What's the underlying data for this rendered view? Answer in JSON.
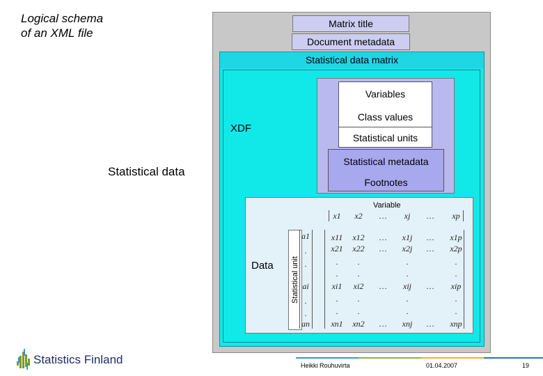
{
  "page": {
    "title_line1": "Logical schema",
    "title_line2": "of an XML file",
    "side_label": "Statistical data"
  },
  "schema": {
    "matrix_title": "Matrix title",
    "document_metadata": "Document metadata",
    "statistical_data_matrix": "Statistical data matrix",
    "xdf": "XDF",
    "variables": "Variables",
    "class_values": "Class values",
    "statistical_units": "Statistical units",
    "statistical_metadata": "Statistical metadata",
    "footnotes": "Footnotes",
    "data": "Data",
    "statistical_unit_axis": "Statistical unit",
    "variable_header": "Variable"
  },
  "matrix": {
    "header": [
      "x1",
      "x2",
      "…",
      "xj",
      "…",
      "xp"
    ],
    "row_labels": [
      "a1",
      ".",
      ".",
      "ai",
      ".",
      ".",
      "an"
    ],
    "rows": [
      [
        "x11",
        "x12",
        "…",
        "x1j",
        "…",
        "x1p"
      ],
      [
        "x21",
        "x22",
        "…",
        "x2j",
        "…",
        "x2p"
      ],
      [
        ".",
        ".",
        "",
        ".",
        "",
        "."
      ],
      [
        ".",
        ".",
        "",
        ".",
        "",
        "."
      ],
      [
        "xi1",
        "xi2",
        "…",
        "xij",
        "…",
        "xip"
      ],
      [
        ".",
        ".",
        "",
        ".",
        "",
        "."
      ],
      [
        ".",
        ".",
        "",
        ".",
        "",
        "."
      ],
      [
        "xn1",
        "xn2",
        "…",
        "xnj",
        "…",
        "xnp"
      ]
    ]
  },
  "footer": {
    "logo_text": "Statistics Finland",
    "author": "Heikki Rouhuvirta",
    "date": "01.04.2007",
    "page_number": "19"
  }
}
